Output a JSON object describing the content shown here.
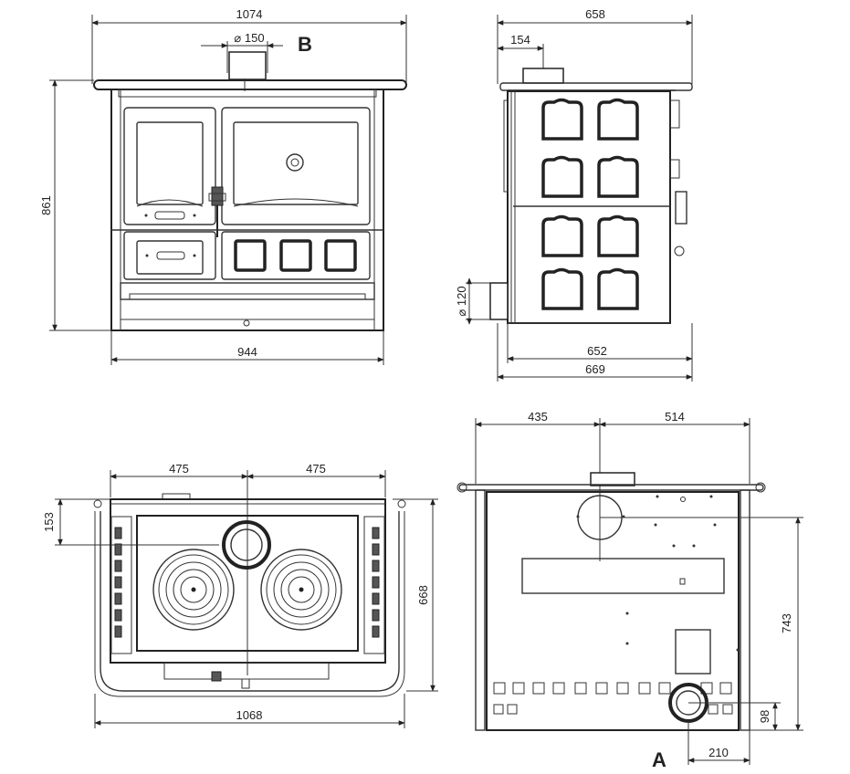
{
  "labels": {
    "front_width_top": "1074",
    "flue_diameter": "⌀ 150",
    "view_b": "B",
    "front_height": "861",
    "front_width_body": "944",
    "side_depth_top": "658",
    "side_offset_top": "154",
    "side_air_diameter": "⌀ 120",
    "side_depth_body": "652",
    "side_depth_total": "669",
    "plan_half_left": "475",
    "plan_half_right": "475",
    "plan_offset": "153",
    "plan_depth": "668",
    "plan_width": "1068",
    "back_left": "435",
    "back_right": "514",
    "back_height": "743",
    "back_air_height": "98",
    "back_air_offset": "210",
    "view_a": "A"
  }
}
